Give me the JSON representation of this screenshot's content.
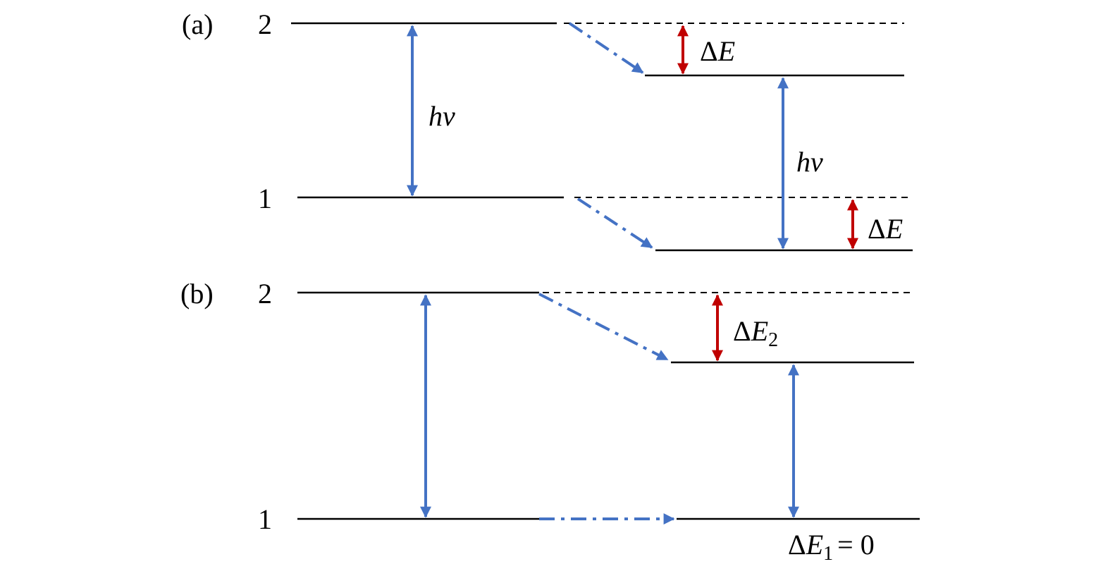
{
  "colors": {
    "transition": "#4472C4",
    "shift": "#C00000",
    "level": "#000000"
  },
  "panel_a": {
    "label": "(a)",
    "level_upper": "2",
    "level_lower": "1",
    "photon_left": {
      "h": "h",
      "nu": "ν"
    },
    "photon_right": {
      "h": "h",
      "nu": "ν"
    },
    "shift_upper": {
      "delta": "Δ",
      "E": "E"
    },
    "shift_lower": {
      "delta": "Δ",
      "E": "E"
    }
  },
  "panel_b": {
    "label": "(b)",
    "level_upper": "2",
    "level_lower": "1",
    "shift_upper": {
      "delta": "Δ",
      "E": "E",
      "sub": "2"
    },
    "shift_lower": {
      "delta": "Δ",
      "E": "E",
      "sub": "1",
      "eq": "= 0"
    }
  }
}
